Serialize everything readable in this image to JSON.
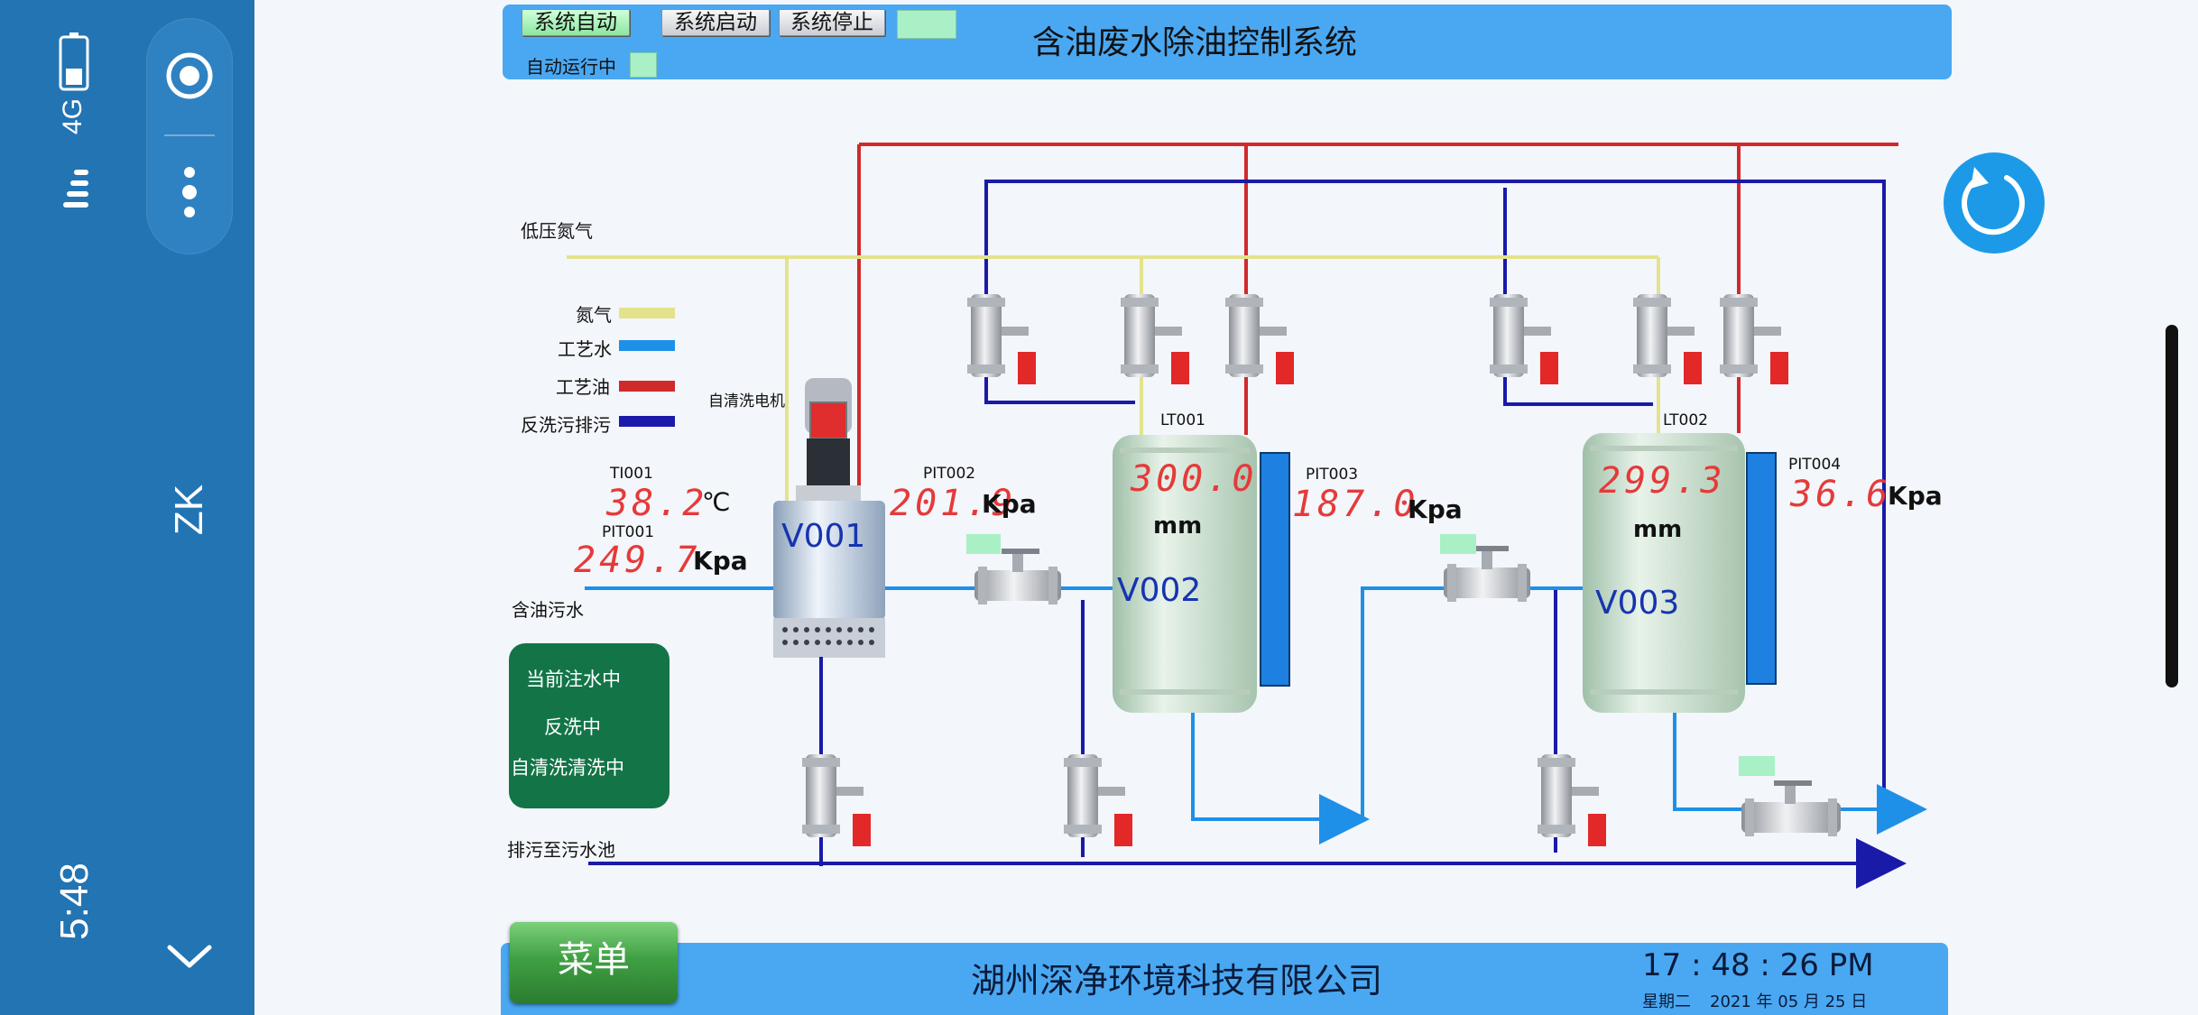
{
  "phone": {
    "time": "5:48",
    "network": "4G",
    "app_code": "ZK"
  },
  "toolbar": {
    "auto_label": "系统自动",
    "start_label": "系统启动",
    "stop_label": "系统停止",
    "running_label": "自动运行中"
  },
  "title": "含油废水除油控制系统",
  "labels": {
    "low_pressure_nitrogen": "低压氮气",
    "oily_wastewater": "含油污水",
    "drain_to_pool": "排污至污水池",
    "self_clean_motor": "自清洗电机"
  },
  "legend": [
    {
      "label": "氮气",
      "color": "#e3e38c"
    },
    {
      "label": "工艺水",
      "color": "#1e90e8"
    },
    {
      "label": "工艺油",
      "color": "#d02a2a"
    },
    {
      "label": "反洗污排污",
      "color": "#1a1aa8"
    }
  ],
  "instruments": {
    "ti001": {
      "tag": "TI001",
      "value": "38.2",
      "unit": "℃"
    },
    "pit001": {
      "tag": "PIT001",
      "value": "249.7",
      "unit": "Kpa"
    },
    "pit002": {
      "tag": "PIT002",
      "value": "201.9",
      "unit": "Kpa"
    },
    "lt001": {
      "tag": "LT001",
      "value": "300.0",
      "unit": "mm"
    },
    "pit003": {
      "tag": "PIT003",
      "value": "187.0",
      "unit": "Kpa"
    },
    "lt002": {
      "tag": "LT002",
      "value": "299.3",
      "unit": "mm"
    },
    "pit004": {
      "tag": "PIT004",
      "value": "36.6",
      "unit": "Kpa"
    }
  },
  "vessels": {
    "v001": "V001",
    "v002": "V002",
    "v003": "V003"
  },
  "status": {
    "filling": "当前注水中",
    "backwash": "反洗中",
    "self_clean": "自清洗清洗中"
  },
  "footer": {
    "menu_label": "菜单",
    "company": "湖州深净环境科技有限公司",
    "time": "17 : 48 : 26  PM",
    "weekday": "星期二",
    "date": "2021 年 05 月 25 日"
  },
  "colors": {
    "nitrogen": "#e3e38c",
    "process_water": "#1e90e8",
    "process_oil": "#d02a2a",
    "backwash": "#1a1aa8",
    "hmi_bar": "#4aa8f2",
    "phone_bar": "#2374b3"
  }
}
